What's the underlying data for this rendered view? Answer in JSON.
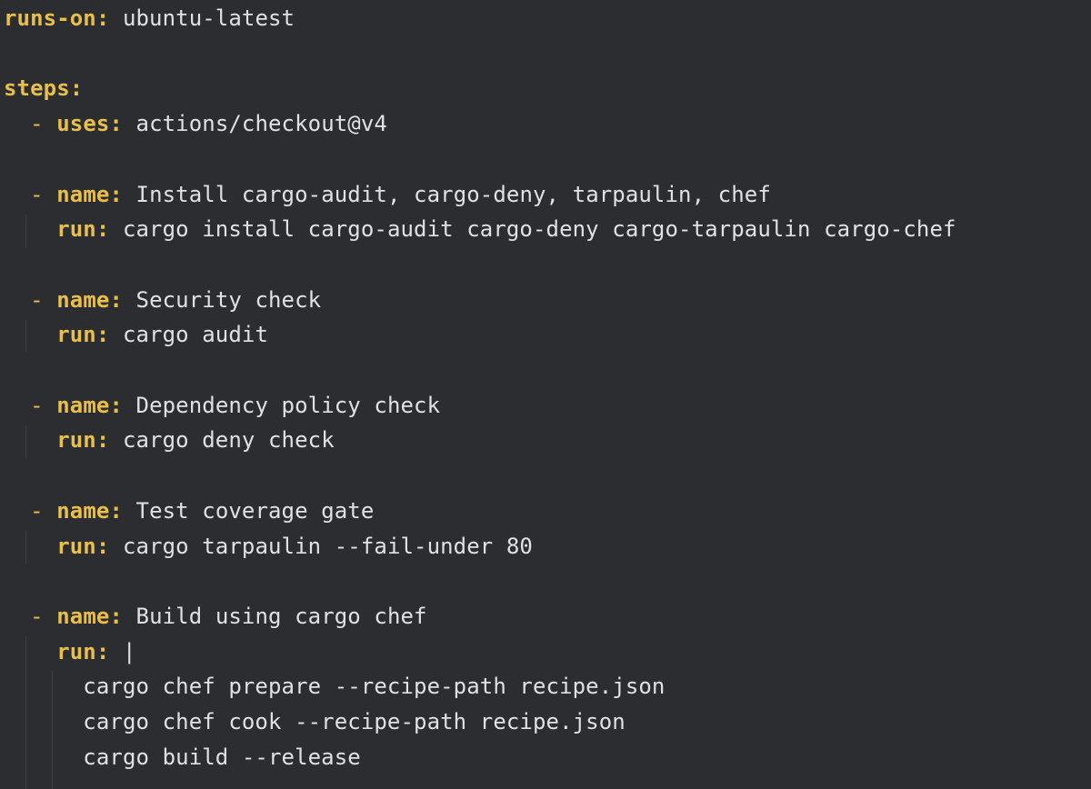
{
  "editor": {
    "language": "yaml",
    "colors": {
      "background": "#2b2d30",
      "key": "#e8bf4a",
      "value": "#dfe1e5",
      "indent_guide": "#3d4045"
    },
    "lines": [
      {
        "indent": "",
        "dash": "",
        "key": "runs-on:",
        "value": " ubuntu-latest"
      },
      {
        "indent": "",
        "dash": "",
        "key": "",
        "value": ""
      },
      {
        "indent": "",
        "dash": "",
        "key": "steps:",
        "value": ""
      },
      {
        "indent": "  ",
        "dash": "- ",
        "key": "uses:",
        "value": " actions/checkout@v4"
      },
      {
        "indent": "",
        "dash": "",
        "key": "",
        "value": ""
      },
      {
        "indent": "  ",
        "dash": "- ",
        "key": "name:",
        "value": " Install cargo-audit, cargo-deny, tarpaulin, chef"
      },
      {
        "indent": "    ",
        "dash": "",
        "key": "run:",
        "value": " cargo install cargo-audit cargo-deny cargo-tarpaulin cargo-chef"
      },
      {
        "indent": "",
        "dash": "",
        "key": "",
        "value": ""
      },
      {
        "indent": "  ",
        "dash": "- ",
        "key": "name:",
        "value": " Security check"
      },
      {
        "indent": "    ",
        "dash": "",
        "key": "run:",
        "value": " cargo audit"
      },
      {
        "indent": "",
        "dash": "",
        "key": "",
        "value": ""
      },
      {
        "indent": "  ",
        "dash": "- ",
        "key": "name:",
        "value": " Dependency policy check"
      },
      {
        "indent": "    ",
        "dash": "",
        "key": "run:",
        "value": " cargo deny check"
      },
      {
        "indent": "",
        "dash": "",
        "key": "",
        "value": ""
      },
      {
        "indent": "  ",
        "dash": "- ",
        "key": "name:",
        "value": " Test coverage gate"
      },
      {
        "indent": "    ",
        "dash": "",
        "key": "run:",
        "value": " cargo tarpaulin --fail-under 80"
      },
      {
        "indent": "",
        "dash": "",
        "key": "",
        "value": ""
      },
      {
        "indent": "  ",
        "dash": "- ",
        "key": "name:",
        "value": " Build using cargo chef"
      },
      {
        "indent": "    ",
        "dash": "",
        "key": "run:",
        "value": " |"
      },
      {
        "indent": "      ",
        "dash": "",
        "key": "",
        "value": "cargo chef prepare --recipe-path recipe.json"
      },
      {
        "indent": "      ",
        "dash": "",
        "key": "",
        "value": "cargo chef cook --recipe-path recipe.json"
      },
      {
        "indent": "      ",
        "dash": "",
        "key": "",
        "value": "cargo build --release"
      }
    ]
  }
}
